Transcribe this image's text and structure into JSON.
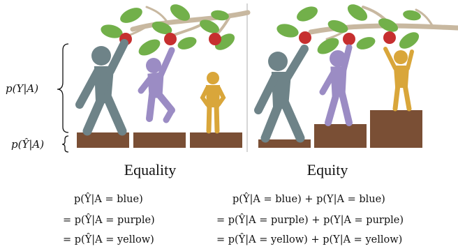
{
  "left_axis": {
    "upper_label": "p(Y|A)",
    "lower_label": "p(Ŷ|A)"
  },
  "panels": [
    {
      "title": "Equality",
      "equations": [
        "p(Ŷ|A = blue)",
        "= p(Ŷ|A = purple)",
        "= p(Ŷ|A = yellow)"
      ]
    },
    {
      "title": "Equity",
      "equations": [
        "p(Ŷ|A = blue) + p(Y|A = blue)",
        "= p(Ŷ|A = purple) + p(Y|A = purple)",
        "= p(Ŷ|A = yellow) + p(Y|A = yellow)"
      ]
    }
  ],
  "figure_colors": {
    "blue": "#6e8388",
    "purple": "#9b8cc4",
    "yellow": "#d9a63a",
    "box": "#7a4f35",
    "leaf": "#72b04a",
    "apple": "#c62f2f",
    "branch": "#c8b8a0"
  }
}
